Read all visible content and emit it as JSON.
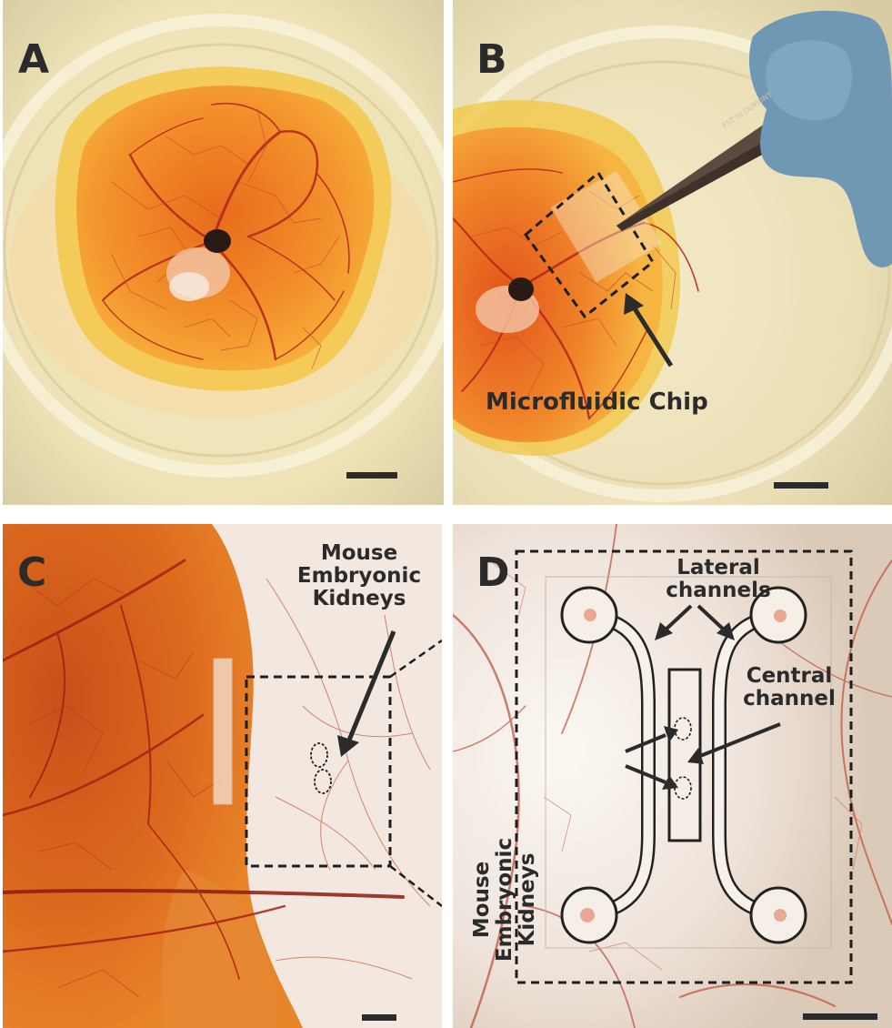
{
  "figure": {
    "panels": [
      {
        "id": "A",
        "letter": "A",
        "subject": "chicken-embryo-in-shell-less-culture"
      },
      {
        "id": "B",
        "letter": "B",
        "subject": "chip-placed-on-cam-with-forceps"
      },
      {
        "id": "C",
        "letter": "C",
        "subject": "chip-on-cam-vasculature"
      },
      {
        "id": "D",
        "letter": "D",
        "subject": "magnified-chip-channels"
      }
    ],
    "labels": {
      "microfluidic_chip": "Microfluidic Chip",
      "mouse": "Mouse",
      "embryonic": "Embryonic",
      "kidneys": "Kidneys",
      "lateral": "Lateral",
      "channels": "channels",
      "central": "Central",
      "channel": "channel"
    },
    "forceps_text": "FST to DUMONT",
    "colors": {
      "label_text": "#2b2b2b",
      "yolk_orange": "#f08a24",
      "vessel_red": "#b8281c",
      "culture_dish": "#efe6c8",
      "glove_blue": "#6f98b4",
      "background": "#ffffff"
    }
  }
}
